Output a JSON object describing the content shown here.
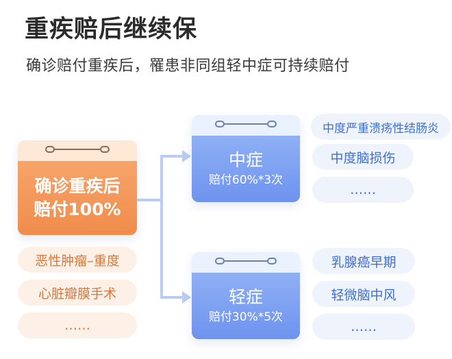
{
  "header": {
    "title": "重疾赔后继续保",
    "subtitle": "确诊赔付重疾后，罹患非同组轻中症可持续赔付"
  },
  "main_card": {
    "line1": "确诊重疾后",
    "line2": "赔付100%"
  },
  "severe_list": [
    "恶性肿瘤–重度",
    "心脏瓣膜手术",
    "……"
  ],
  "moderate_card": {
    "name": "中症",
    "payout": "赔付60%*3次"
  },
  "moderate_list": [
    "中度严重溃疡性结肠炎",
    "中度脑损伤",
    "……"
  ],
  "mild_card": {
    "name": "轻症",
    "payout": "赔付30%*5次"
  },
  "mild_list": [
    "乳腺癌早期",
    "轻微脑中风",
    "……"
  ],
  "colors": {
    "orange": "#f08c4c",
    "blue": "#6e93ee",
    "connector": "#b8ccf4"
  }
}
